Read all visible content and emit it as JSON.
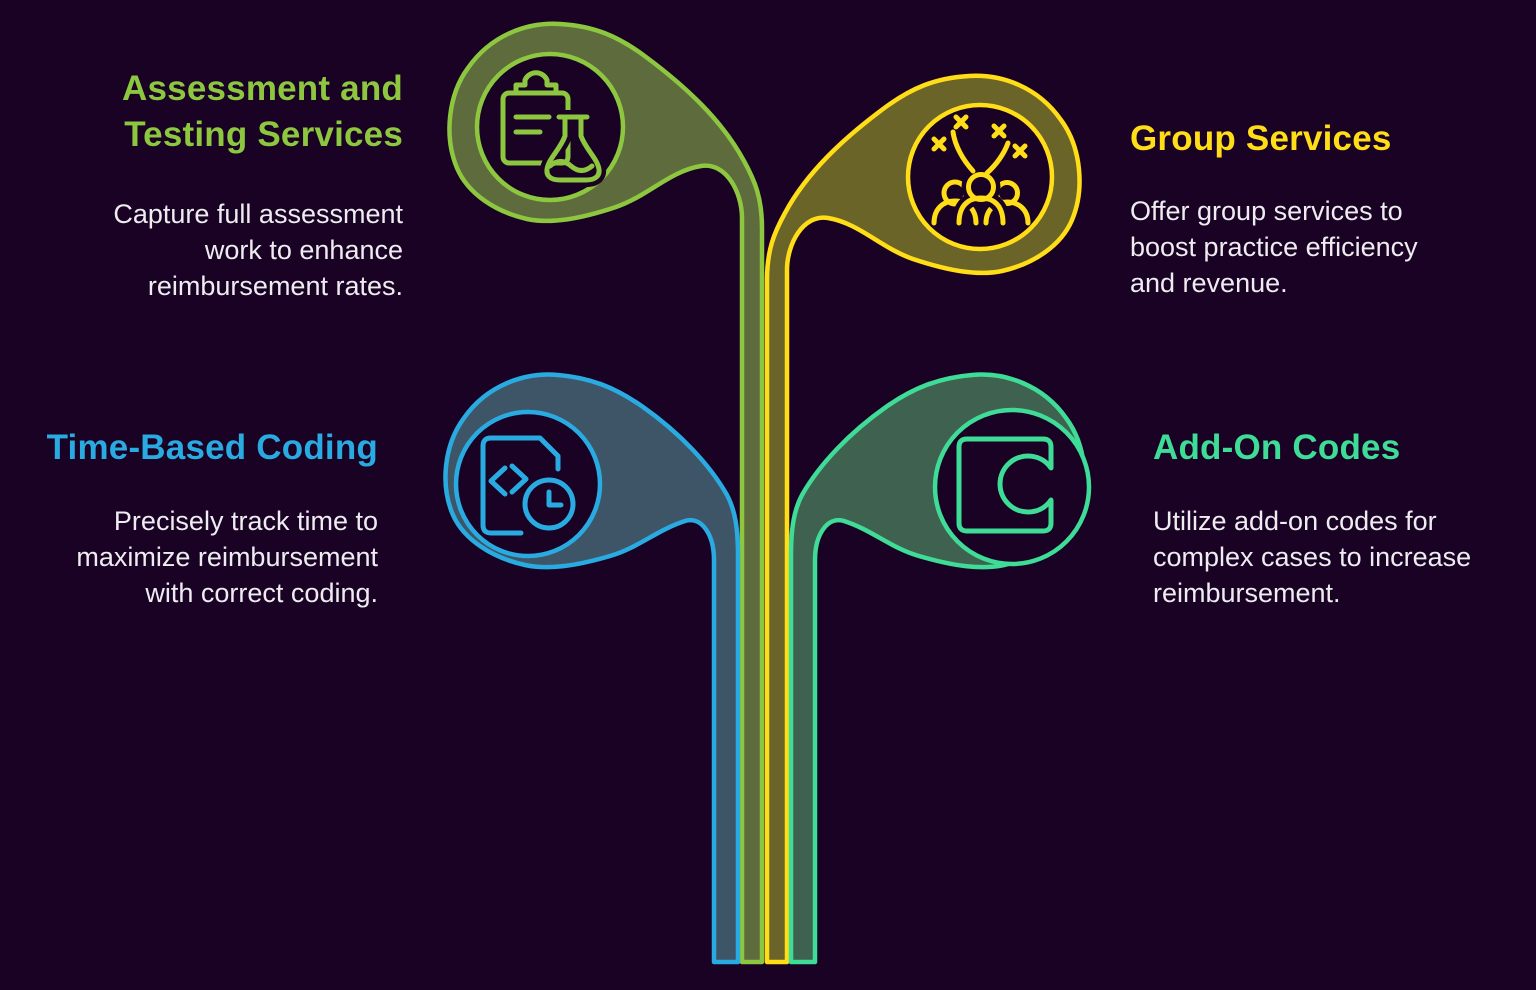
{
  "colors": {
    "background": "#190224",
    "body_text": "#EEECF1"
  },
  "branches": [
    {
      "id": "assessment",
      "title": "Assessment and\nTesting Services",
      "description": "Capture full assessment\nwork to enhance\nreimbursement rates.",
      "color": "#8DC63F",
      "fill_color": "#5E6B3C",
      "icon": "clipboard-flask-icon",
      "position": "top-left"
    },
    {
      "id": "group-services",
      "title": "Group Services",
      "description": "Offer group services to\nboost practice efficiency\nand revenue.",
      "color": "#FFDE17",
      "fill_color": "#6B6428",
      "icon": "group-celebration-icon",
      "position": "top-right"
    },
    {
      "id": "time-based-coding",
      "title": "Time-Based Coding",
      "description": "Precisely track time to\nmaximize reimbursement\nwith correct coding.",
      "color": "#29ABE2",
      "fill_color": "#3D5566",
      "icon": "code-file-clock-icon",
      "position": "middle-left"
    },
    {
      "id": "add-on-codes",
      "title": "Add-On Codes",
      "description": "Utilize add-on codes for\ncomplex cases to increase\nreimbursement.",
      "color": "#3EDC97",
      "fill_color": "#3F6150",
      "icon": "puzzle-socket-icon",
      "position": "middle-right"
    }
  ]
}
